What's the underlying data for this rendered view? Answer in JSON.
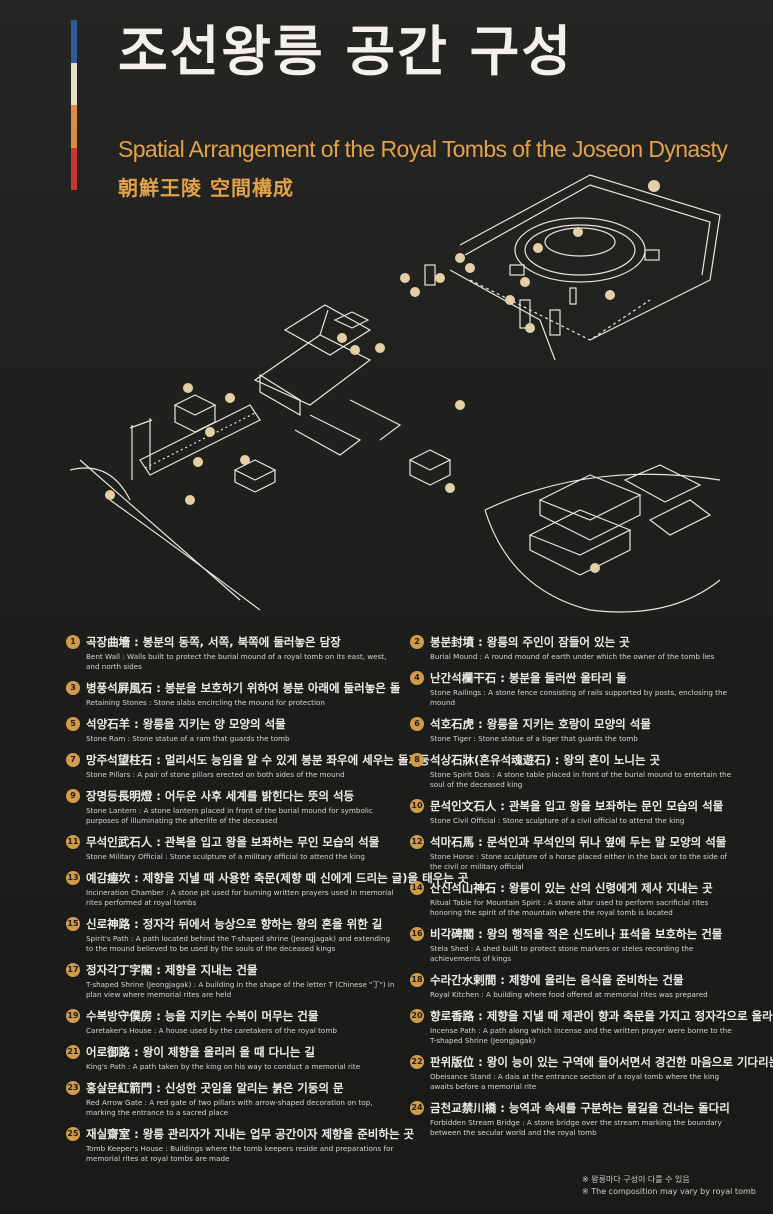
{
  "header": {
    "title_ko": "조선왕릉 공간 구성",
    "title_en": "Spatial Arrangement of the Royal Tombs of the Joseon Dynasty",
    "title_hanja": "朝鮮王陵 空間構成"
  },
  "colors": {
    "background": "#1e1e1c",
    "accent_gold": "#e3a24a",
    "marker": "#d29a4b",
    "flag": [
      "#2f5a9c",
      "#e7dcc4",
      "#e08a3c",
      "#c7362f"
    ]
  },
  "illustration": {
    "icon": "royal-tomb-layout-illustration"
  },
  "legend": {
    "left": [
      {
        "num": "1",
        "ko": "곡장曲墻 : 봉분의 동쪽, 서쪽, 북쪽에 둘러놓은 담장",
        "en": "Bent Wall : Walls built to protect the burial mound of a royal tomb on its east, west, and north sides"
      },
      {
        "num": "3",
        "ko": "병풍석屛風石 : 봉분을 보호하기 위하여 봉분 아래에 둘러놓은 돌",
        "en": "Retaining Stones : Stone slabs encircling the mound for protection"
      },
      {
        "num": "5",
        "ko": "석양石羊 : 왕릉을 지키는 양 모양의 석물",
        "en": "Stone Ram : Stone statue of a ram that guards the tomb"
      },
      {
        "num": "7",
        "ko": "망주석望柱石 : 멀리서도 능임을 알 수 있게 봉분 좌우에 세우는 돌기둥",
        "en": "Stone Pillars : A pair of stone pillars erected on both sides of the mound"
      },
      {
        "num": "9",
        "ko": "장명등長明燈 : 어두운 사후 세계를 밝힌다는 뜻의 석등",
        "en": "Stone Lantern : A stone lantern placed in front of the burial mound for symbolic purposes of illuminating the afterlife of the deceased"
      },
      {
        "num": "11",
        "ko": "무석인武石人 : 관복을 입고 왕을 보좌하는 무인 모습의 석물",
        "en": "Stone Military Official : Stone sculpture of a military official to attend the king"
      },
      {
        "num": "13",
        "ko": "예감瘞坎 : 제향을 지낼 때 사용한 축문(제향 때 신에게 드리는 글)을 태우는 곳",
        "en": "Incineration Chamber : A stone pit used for burning written prayers used in memorial rites performed at royal tombs"
      },
      {
        "num": "15",
        "ko": "신로神路 : 정자각 뒤에서 능상으로 향하는 왕의 혼을 위한 길",
        "en": "Spirit's Path : A path located behind the T-shaped shrine (Jeongjagak) and extending to the mound believed to be used by the souls of the deceased kings"
      },
      {
        "num": "17",
        "ko": "정자각丁字閣 : 제향을 지내는 건물",
        "en": "T-shaped Shrine (Jeongjagak) : A building in the shape of the letter T (Chinese \"丁\") in plan view where memorial rites are held"
      },
      {
        "num": "19",
        "ko": "수복방守僕房 : 능을 지키는 수복이 머무는 건물",
        "en": "Caretaker's House : A house used by the caretakers of the royal tomb"
      },
      {
        "num": "21",
        "ko": "어로御路 : 왕이 제향을 올리러 올 때 다니는 길",
        "en": "King's Path : A path taken by the king on his way to conduct a memorial rite"
      },
      {
        "num": "23",
        "ko": "홍살문紅箭門 : 신성한 곳임을 알리는 붉은 기둥의 문",
        "en": "Red Arrow Gate : A red gate of two pillars with arrow-shaped decoration on top, marking the entrance to a sacred place"
      },
      {
        "num": "25",
        "ko": "재실齋室 : 왕릉 관리자가 지내는 업무 공간이자 제향을 준비하는 곳",
        "en": "Tomb Keeper's House : Buildings where the tomb keepers reside and preparations for memorial rites at royal tombs are made"
      }
    ],
    "right": [
      {
        "num": "2",
        "ko": "봉분封墳 : 왕릉의 주인이 잠들어 있는 곳",
        "en": "Burial Mound : A round mound of earth under which the owner of the tomb lies"
      },
      {
        "num": "4",
        "ko": "난간석欄干石 : 봉분을 둘러싼 울타리 돌",
        "en": "Stone Railings : A stone fence consisting of rails supported by posts, enclosing the mound"
      },
      {
        "num": "6",
        "ko": "석호石虎 : 왕릉을 지키는 호랑이 모양의 석물",
        "en": "Stone Tiger : Stone statue of a tiger that guards the tomb"
      },
      {
        "num": "8",
        "ko": "석상石牀(혼유석魂遊石) : 왕의 혼이 노니는 곳",
        "en": "Stone Spirit Dais : A stone table placed in front of the burial mound to entertain the soul of the deceased king"
      },
      {
        "num": "10",
        "ko": "문석인文石人 : 관복을 입고 왕을 보좌하는 문인 모습의 석물",
        "en": "Stone Civil Official : Stone sculpture of a civil official to attend the king"
      },
      {
        "num": "12",
        "ko": "석마石馬 : 문석인과 무석인의 뒤나 옆에 두는 말 모양의 석물",
        "en": "Stone Horse : Stone sculpture of a horse placed either in the back or to the side of the civil or military official"
      },
      {
        "num": "14",
        "ko": "산신석山神石 : 왕릉이 있는 산의 신령에게 제사 지내는 곳",
        "en": "Ritual Table for Mountain Spirit : A stone altar used to perform sacrificial rites honoring the spirit of the mountain where the royal tomb is located"
      },
      {
        "num": "16",
        "ko": "비각碑閣 : 왕의 행적을 적은 신도비나 표석을 보호하는 건물",
        "en": "Stela Shed : A shed built to protect stone markers or steles recording the achievements of kings"
      },
      {
        "num": "18",
        "ko": "수라간水剌間 : 제향에 올리는 음식을 준비하는 건물",
        "en": "Royal Kitchen : A building where food offered at memorial rites was prepared"
      },
      {
        "num": "20",
        "ko": "향로香路 : 제향을 지낼 때 제관이 향과 축문을 가지고 정자각으로 올라가는 길",
        "en": "Incense Path : A path along which incense and the written prayer were borne to the T-shaped Shrine (Jeongjagak)"
      },
      {
        "num": "22",
        "ko": "판위版位 : 왕이 능이 있는 구역에 들어서면서 경건한 마음으로 기다리는 공간",
        "en": "Obeisance Stand : A dais at the entrance section of a royal tomb where the king awaits before a memorial rite"
      },
      {
        "num": "24",
        "ko": "금천교禁川橋 : 능역과 속세를 구분하는 물길을 건너는 돌다리",
        "en": "Forbidden Stream Bridge : A stone bridge over the stream marking the boundary between the secular world and the royal tomb"
      }
    ]
  },
  "footnote": {
    "ko": "※ 왕릉마다 구성이 다를 수 있음",
    "en": "※ The composition may vary by royal tomb"
  }
}
